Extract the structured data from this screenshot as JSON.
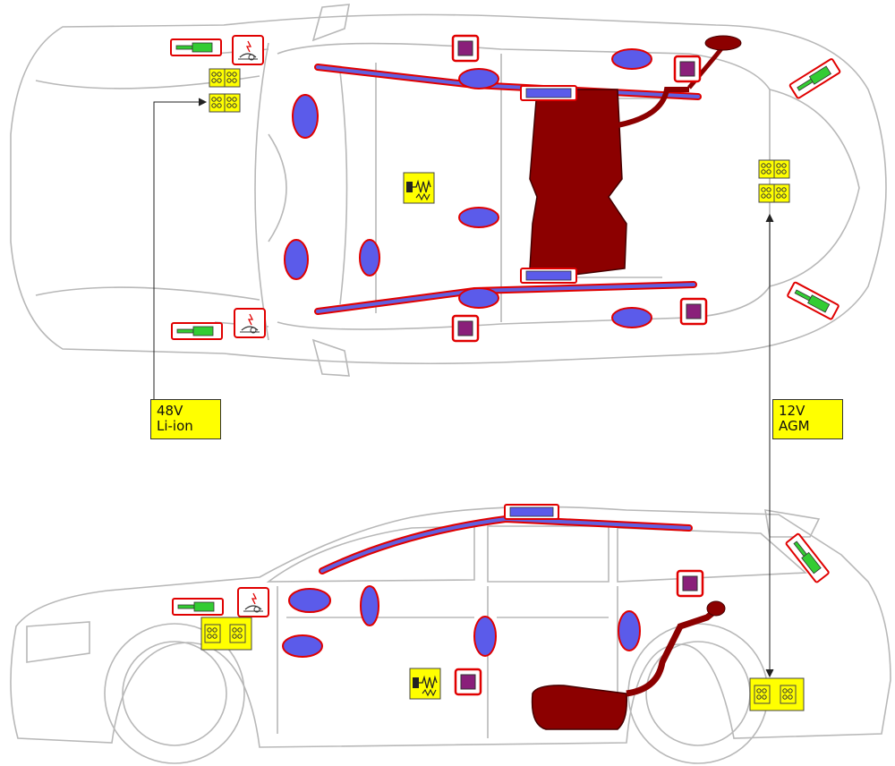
{
  "labels": {
    "battery_48v": {
      "line1": "48V",
      "line2": "Li-ion"
    },
    "battery_12v": {
      "line1": "12V",
      "line2": "AGM"
    }
  },
  "colors": {
    "outline": "#b8b8b8",
    "airbag_fill": "#5b5bea",
    "curtain_fill": "#6060e0",
    "component_border": "#e00000",
    "fuel_tank": "#8c0000",
    "battery_fill": "#ffff00",
    "control_unit": "#8a1f7a",
    "pretensioner_green": "#33cc33",
    "label_bg": "#ffff00"
  },
  "icons": [
    "airbag-icon",
    "curtain-airbag-icon",
    "inflator-icon",
    "control-unit-icon",
    "fuel-tank-icon",
    "battery-icon",
    "spring-actuator-icon",
    "pedestrian-protection-icon",
    "pretensioner-icon"
  ]
}
